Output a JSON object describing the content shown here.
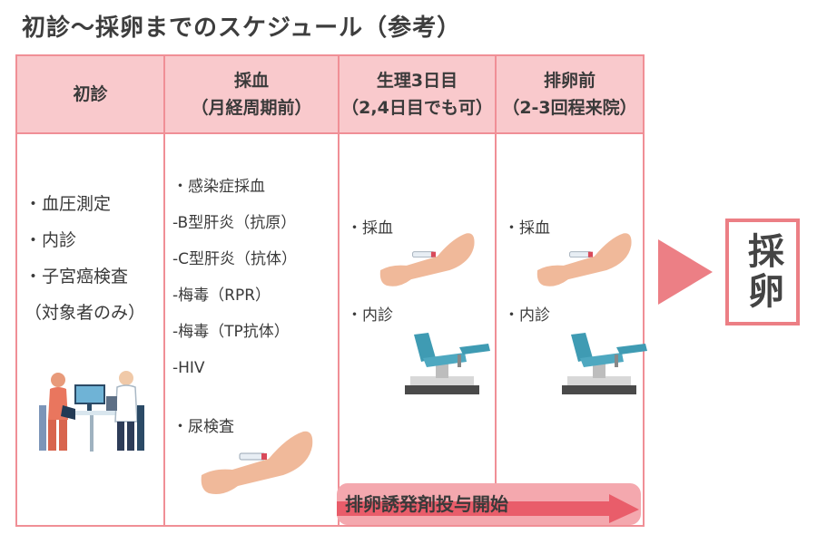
{
  "title": "初診〜採卵までのスケジュール（参考）",
  "headers": [
    {
      "line1": "初診",
      "line2": ""
    },
    {
      "line1": "採血",
      "line2": "（月経周期前）"
    },
    {
      "line1": "生理3日目",
      "line2": "（2,4日目でも可）"
    },
    {
      "line1": "排卵前",
      "line2": "（2-3回程来院）"
    }
  ],
  "col1_items": [
    "・血圧測定",
    "・内診",
    "・子宮癌検査",
    "（対象者のみ）"
  ],
  "col2_items": [
    "・感染症採血",
    " -B型肝炎（抗原）",
    " -C型肝炎（抗体）",
    " -梅毒（RPR）",
    " -梅毒（TP抗体）",
    " -HIV"
  ],
  "col2_urine": "・尿検査",
  "col3_items": {
    "blood": "・採血",
    "exam": "・内診"
  },
  "col4_items": {
    "blood": "・採血",
    "exam": "・内診"
  },
  "bottom_bar": "排卵誘発剤投与開始",
  "result": "採卵",
  "colors": {
    "border": "#f08f96",
    "header_bg": "#f9c9cc",
    "accent": "#ec7f85"
  }
}
